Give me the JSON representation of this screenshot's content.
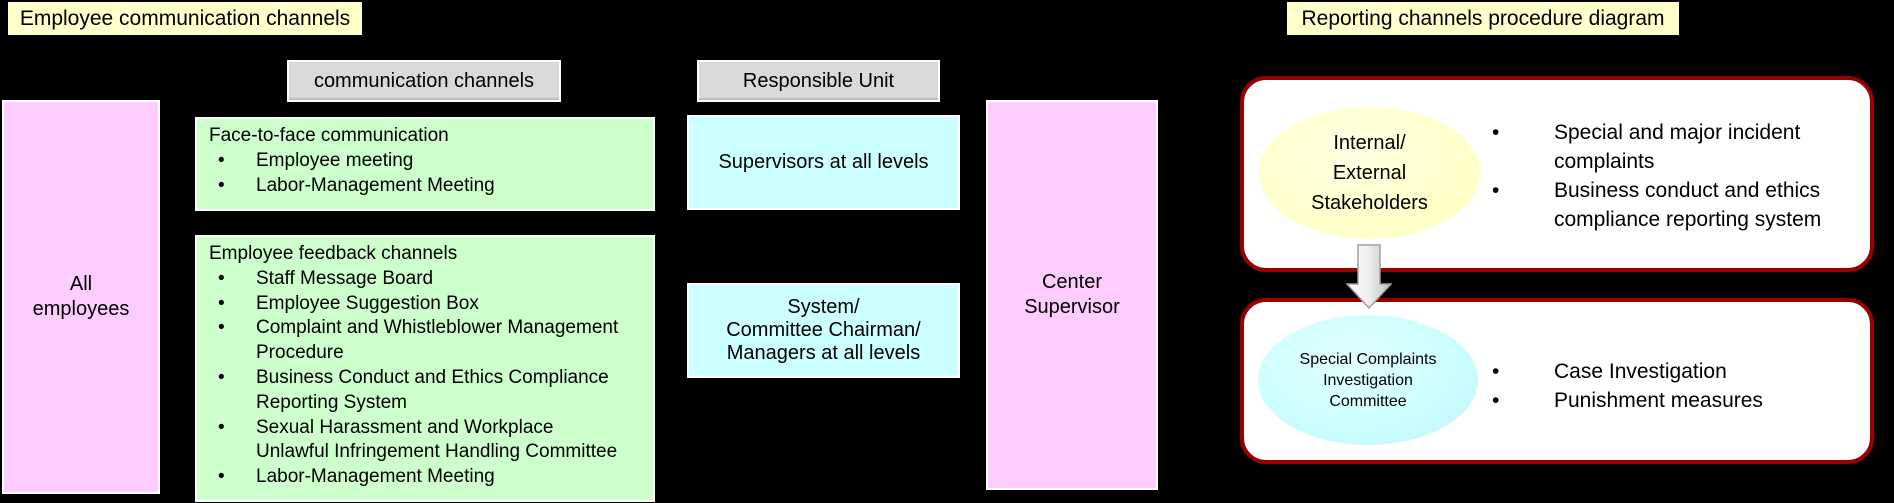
{
  "bullet_char": "•",
  "left_diagram": {
    "title": "Employee communication channels",
    "headers": {
      "communication_channels": "communication channels",
      "responsible_unit": "Responsible Unit"
    },
    "all_employees": "All\nemployees",
    "face_to_face": {
      "header": "Face-to-face communication",
      "items": [
        "Employee meeting",
        "Labor-Management Meeting"
      ]
    },
    "feedback": {
      "header": "Employee feedback channels",
      "items": [
        "Staff Message Board",
        "Employee Suggestion Box",
        "Complaint and Whistleblower Management\nProcedure",
        "Business Conduct and Ethics Compliance\nReporting System",
        "Sexual Harassment and Workplace\nUnlawful Infringement Handling Committee",
        "Labor-Management Meeting"
      ]
    },
    "supervisors": "Supervisors at all levels",
    "system_committee": "System/\nCommittee Chairman/\nManagers at all levels",
    "center_supervisor": "Center\nSupervisor"
  },
  "right_diagram": {
    "title": "Reporting channels procedure diagram",
    "stage1": {
      "ellipse": "Internal/\nExternal\nStakeholders",
      "items": [
        "Special and major incident\ncomplaints",
        "Business conduct and ethics\ncompliance reporting system"
      ]
    },
    "stage2": {
      "ellipse": "Special Complaints\nInvestigation\nCommittee",
      "items": [
        "Case Investigation",
        "Punishment measures"
      ]
    }
  },
  "colors": {
    "background": "#000000",
    "title_fill": "#FFFFCC",
    "pink_fill": "#FFCCFF",
    "green_fill": "#CCFFCC",
    "cyan_fill": "#CCFFFF",
    "gray_fill": "#D9D9D9",
    "stage_border_red": "#990000",
    "stage_fill": "#FFFFFF",
    "yellow_ellipse_fill": "#FFFFCC",
    "cyan_ellipse_fill": "#CCFFFF",
    "arrow_fill": "#E8E8E8"
  }
}
